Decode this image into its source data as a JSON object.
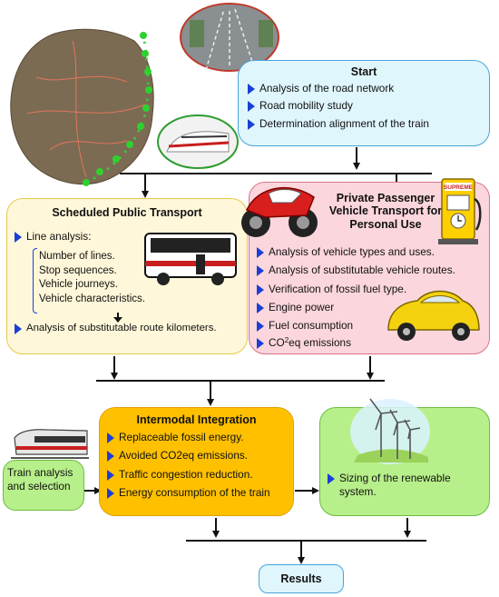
{
  "start": {
    "title": "Start",
    "items": [
      "Analysis of the road network",
      "Road mobility study",
      "Determination alignment of the train"
    ]
  },
  "public_transport": {
    "title": "Scheduled Public Transport",
    "line_analysis": "Line analysis:",
    "sub_items": [
      "Number of lines.",
      "Stop sequences.",
      "Vehicle journeys.",
      "Vehicle characteristics."
    ],
    "route_km": "Analysis of substitutable route kilometers."
  },
  "private_transport": {
    "title_lines": [
      "Private Passenger",
      "Vehicle Transport for",
      "Personal Use"
    ],
    "items": [
      "Analysis of vehicle types and uses.",
      "Analysis of substitutable vehicle routes.",
      "Verification of fossil fuel type.",
      "Engine power",
      "Fuel consumption"
    ],
    "co2_prefix": "CO",
    "co2_sub": "2",
    "co2_suffix": "eq emissions",
    "pump_label": "SUPREME"
  },
  "intermodal": {
    "title": "Intermodal Integration",
    "items": [
      "Replaceable fossil energy.",
      "Avoided CO2eq emissions.",
      "Traffic congestion reduction.",
      "Energy consumption of the train"
    ]
  },
  "train_analysis": {
    "lines": [
      "Train analysis",
      "and selection"
    ]
  },
  "renewable": {
    "lines": [
      "Sizing of the renewable",
      "system."
    ]
  },
  "results": {
    "label": "Results"
  },
  "colors": {
    "start_fill": "#dff6fd",
    "start_border": "#4aa3d8",
    "public_fill": "#fff7d9",
    "public_border": "#e7c94a",
    "private_fill": "#fbd6dc",
    "private_border": "#d9738a",
    "intermodal_fill": "#ffc000",
    "intermodal_border": "#e0a000",
    "green_fill": "#b7ef8a",
    "green_border": "#6cbd45",
    "results_fill": "#dff6fd",
    "results_border": "#4aa3d8",
    "bullet": "#1a3fd6"
  }
}
